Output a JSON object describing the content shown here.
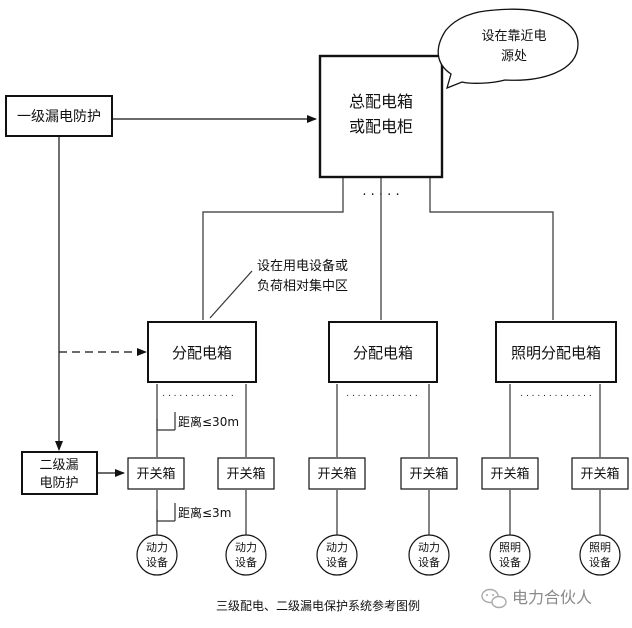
{
  "title": "三级配电、二级漏电保护系统参考图例",
  "watermark": "电力合伙人",
  "main_box": [
    "总配电箱",
    "或配电柜"
  ],
  "callout": [
    "设在靠近电",
    "源处"
  ],
  "level1_protection": "一级漏电防护",
  "level2_protection": [
    "二级漏",
    "电防护"
  ],
  "note_sub": [
    "设在用电设备或",
    "负荷相对集中区"
  ],
  "sub_boxes": [
    "分配电箱",
    "分配电箱",
    "照明分配电箱"
  ],
  "switch_label": "开关箱",
  "dist_30": "距离≤30m",
  "dist_3": "距离≤3m",
  "devices": [
    [
      "动力",
      "设备"
    ],
    [
      "动力",
      "设备"
    ],
    [
      "动力",
      "设备"
    ],
    [
      "动力",
      "设备"
    ],
    [
      "照明",
      "设备"
    ],
    [
      "照明",
      "设备"
    ]
  ],
  "dots_main": ". . . . .",
  "dots_sub": ". . . . . . . . . . . . ."
}
